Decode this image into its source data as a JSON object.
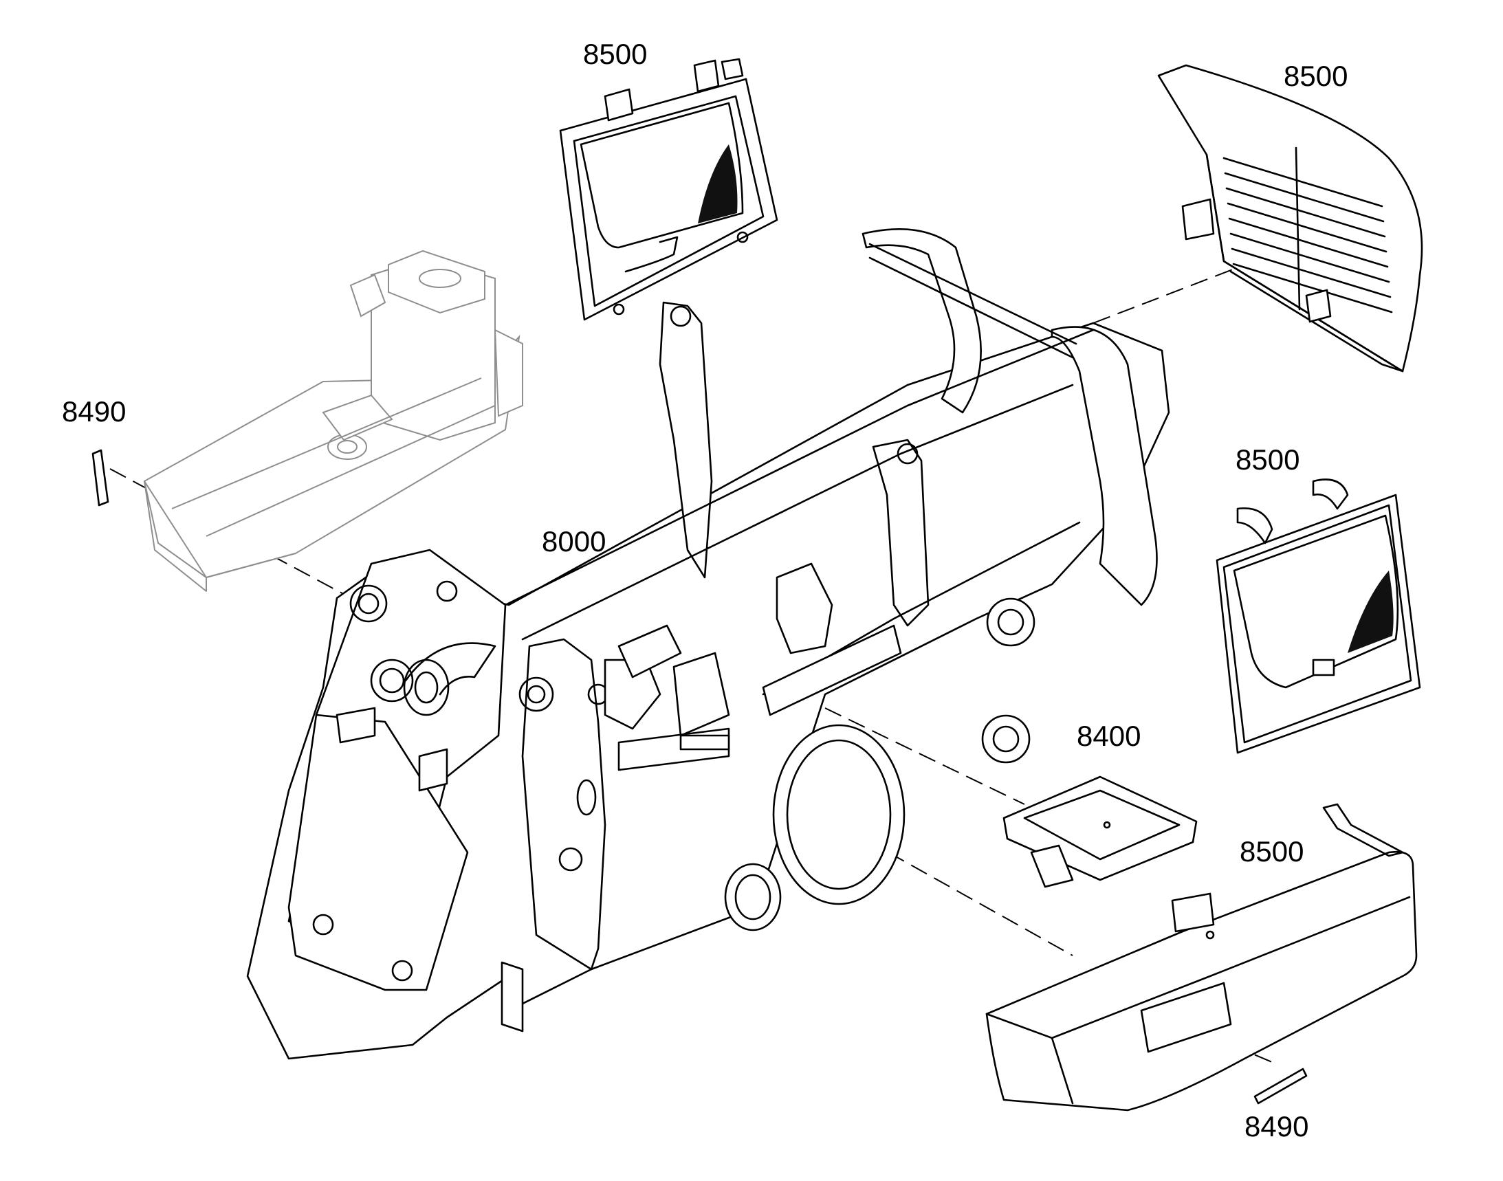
{
  "callouts": {
    "main_frame": "8000",
    "tray": "8400",
    "plate_left": "8490",
    "plate_bottom": "8490",
    "panel_top_left": "8500",
    "panel_top_right": "8500",
    "panel_mid_right": "8500",
    "panel_bottom_right": "8500"
  },
  "colors": {
    "line": "#000000",
    "ghost_line": "#8e8e8e",
    "background": "#ffffff"
  }
}
